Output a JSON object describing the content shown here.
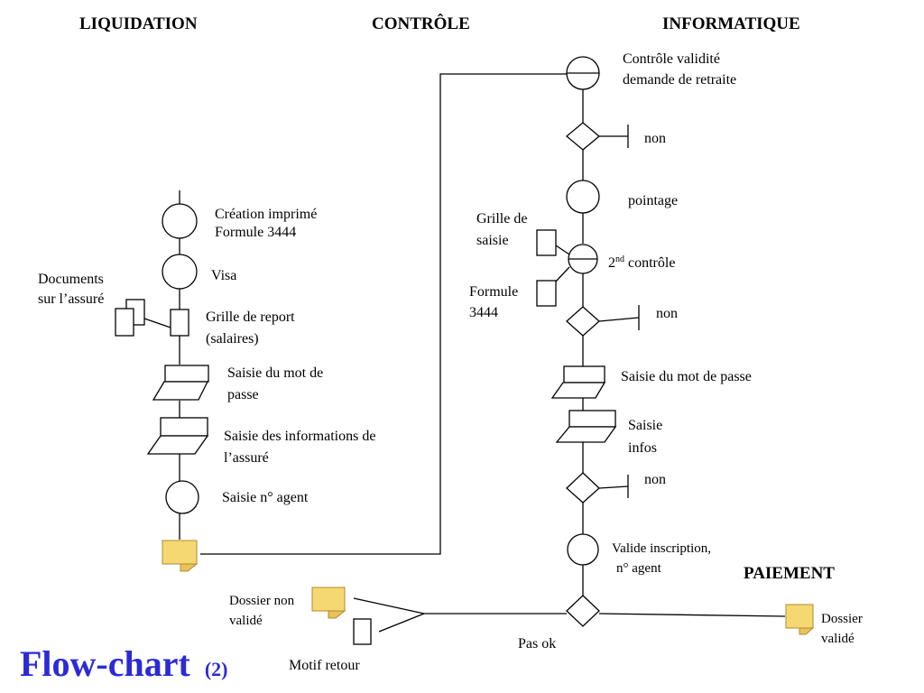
{
  "headers": {
    "liquidation": "LIQUIDATION",
    "controle": "CONTRÔLE",
    "informatique": "INFORMATIQUE",
    "paiement": "PAIEMENT"
  },
  "left": {
    "creation_1": "Création imprimé",
    "creation_2": "Formule 3444",
    "visa": "Visa",
    "documents_1": "Documents",
    "documents_2": "sur l’assuré",
    "grille_report_1": "Grille de report",
    "grille_report_2": "(salaires)",
    "saisie_mdp_1": "Saisie du mot de",
    "saisie_mdp_2": "passe",
    "saisie_info_1": "Saisie des informations de",
    "saisie_info_2": "l’assuré",
    "saisie_agent": "Saisie n° agent"
  },
  "right": {
    "controle_validite_1": "Contrôle validité",
    "controle_validite_2": "demande de retraite",
    "non_1": "non",
    "pointage": "pointage",
    "grille_saisie_1": "Grille de",
    "grille_saisie_2": "saisie",
    "second_controle_prefix": "2",
    "second_controle_sup": "nd",
    "second_controle_suffix": " contrôle",
    "formule_1": "Formule",
    "formule_2": "3444",
    "non_2": "non",
    "saisie_mdp": "Saisie du mot de passe",
    "saisie_infos_1": "Saisie",
    "saisie_infos_2": "infos",
    "non_3": "non",
    "valide_1": "Valide inscription,",
    "valide_2": "n° agent"
  },
  "bottom": {
    "dossier_non_1": "Dossier non",
    "dossier_non_2": "validé",
    "motif_retour": "Motif retour",
    "pas_ok": "Pas ok",
    "dossier_valide_1": "Dossier",
    "dossier_valide_2": "validé"
  },
  "title": {
    "main": "Flow-chart",
    "num": "(2)"
  },
  "colors": {
    "title": "#2b2bd6",
    "note_fill": "#f6d873"
  }
}
